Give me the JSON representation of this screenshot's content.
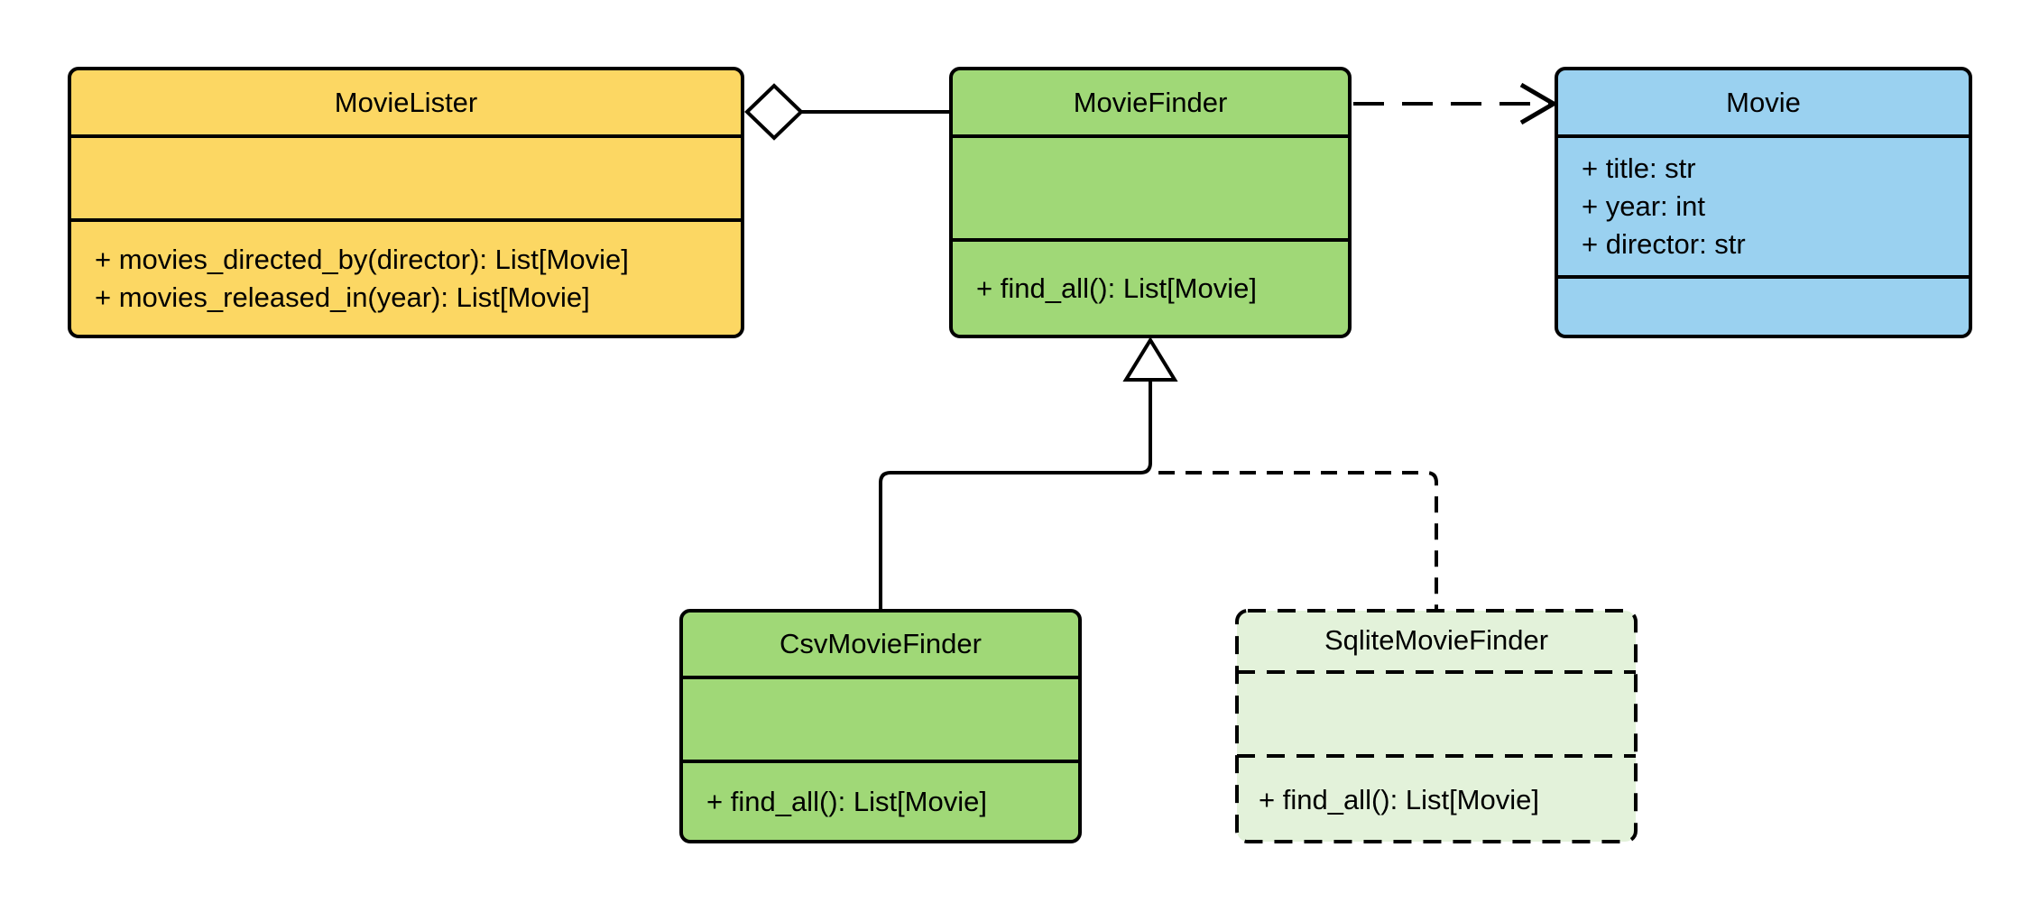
{
  "diagram": {
    "kind": "uml-class-diagram",
    "background": "#FFFFFF",
    "stroke_color": "#000000"
  },
  "classes": [
    {
      "name": "MovieLister",
      "fill": "#FCD763",
      "border_style": "solid",
      "attributes": [],
      "methods": [
        "+ movies_directed_by(director): List[Movie]",
        "+ movies_released_in(year): List[Movie]"
      ]
    },
    {
      "name": "MovieFinder",
      "fill": "#A0D877",
      "border_style": "solid",
      "attributes": [],
      "methods": [
        "+ find_all(): List[Movie]"
      ]
    },
    {
      "name": "Movie",
      "fill": "#9AD1F0",
      "border_style": "solid",
      "attributes": [
        "+ title: str",
        "+ year: int",
        "+ director: str"
      ],
      "methods": []
    },
    {
      "name": "CsvMovieFinder",
      "fill": "#A0D877",
      "border_style": "solid",
      "attributes": [],
      "methods": [
        "+ find_all(): List[Movie]"
      ]
    },
    {
      "name": "SqliteMovieFinder",
      "fill": "#E3F2DA",
      "border_style": "dashed",
      "attributes": [],
      "methods": [
        "+ find_all(): List[Movie]"
      ]
    }
  ],
  "relationships": [
    {
      "type": "aggregation",
      "from": "MovieLister",
      "to": "MovieFinder",
      "line": "solid",
      "marker": "hollow-diamond"
    },
    {
      "type": "dependency",
      "from": "MovieFinder",
      "to": "Movie",
      "line": "dashed",
      "marker": "open-arrow"
    },
    {
      "type": "generalization",
      "from": "CsvMovieFinder",
      "to": "MovieFinder",
      "line": "solid",
      "marker": "hollow-triangle"
    },
    {
      "type": "generalization",
      "from": "SqliteMovieFinder",
      "to": "MovieFinder",
      "line": "dashed",
      "marker": "hollow-triangle"
    }
  ]
}
